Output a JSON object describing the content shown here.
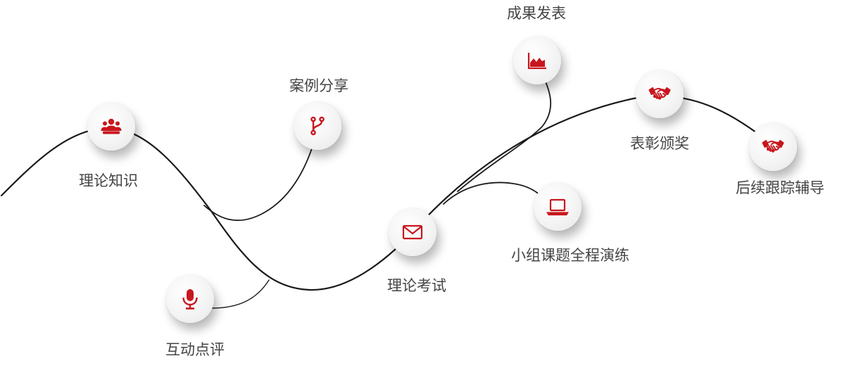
{
  "colors": {
    "icon": "#c8161d",
    "curve": "#1a1a1a",
    "label": "#444444"
  },
  "nodes": [
    {
      "label": "理论知识",
      "icon": "users-icon"
    },
    {
      "label": "案例分享",
      "icon": "git-branch-icon"
    },
    {
      "label": "互动点评",
      "icon": "microphone-icon"
    },
    {
      "label": "理论考试",
      "icon": "envelope-icon"
    },
    {
      "label": "成果发表",
      "icon": "area-chart-icon"
    },
    {
      "label": "小组课题全程演练",
      "icon": "laptop-icon"
    },
    {
      "label": "表彰颁奖",
      "icon": "handshake-icon"
    },
    {
      "label": "后续跟踪辅导",
      "icon": "handshake-icon"
    }
  ]
}
